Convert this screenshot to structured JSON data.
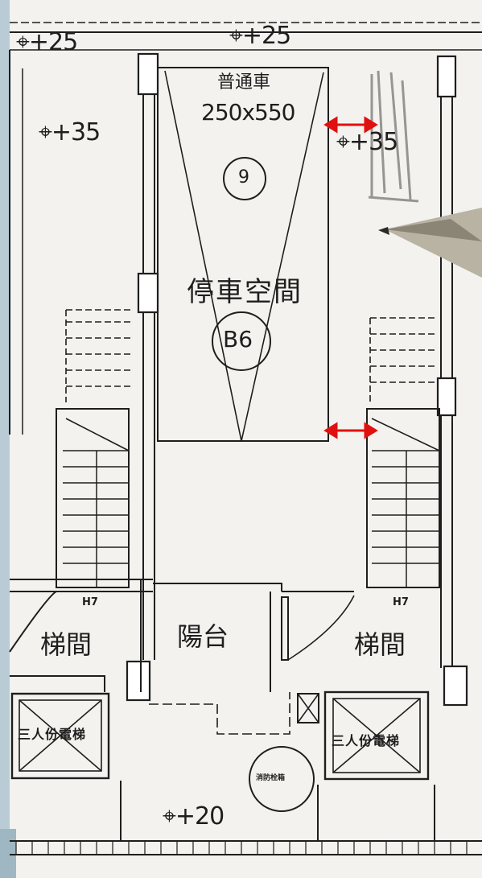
{
  "photo": {
    "subject": "architectural floor plan",
    "paper_color": "#f3f2ee",
    "ink_color": "#1e1e1e",
    "background_color": "#b9ccd6",
    "annotation_color": "#e01010"
  },
  "labels": {
    "level_top_left": "⌖+25",
    "level_top_center": "⌖+25",
    "level_left": "⌖+35",
    "level_right": "⌖+35",
    "level_bottom": "⌖+20",
    "parking_type": "普通車",
    "parking_size": "250x550",
    "space_number": "9",
    "parking_space": "停車空間",
    "space_code": "B6",
    "stair_left": "梯間",
    "stair_right": "梯間",
    "balcony": "陽台",
    "elevator_left": "三人份電梯",
    "elevator_right": "三人份電梯",
    "stair_mark_left": "H7",
    "stair_mark_right": "H7",
    "fire_box": "消防栓箱"
  },
  "icons": [
    "red-double-arrow",
    "red-double-arrow",
    "pen"
  ]
}
